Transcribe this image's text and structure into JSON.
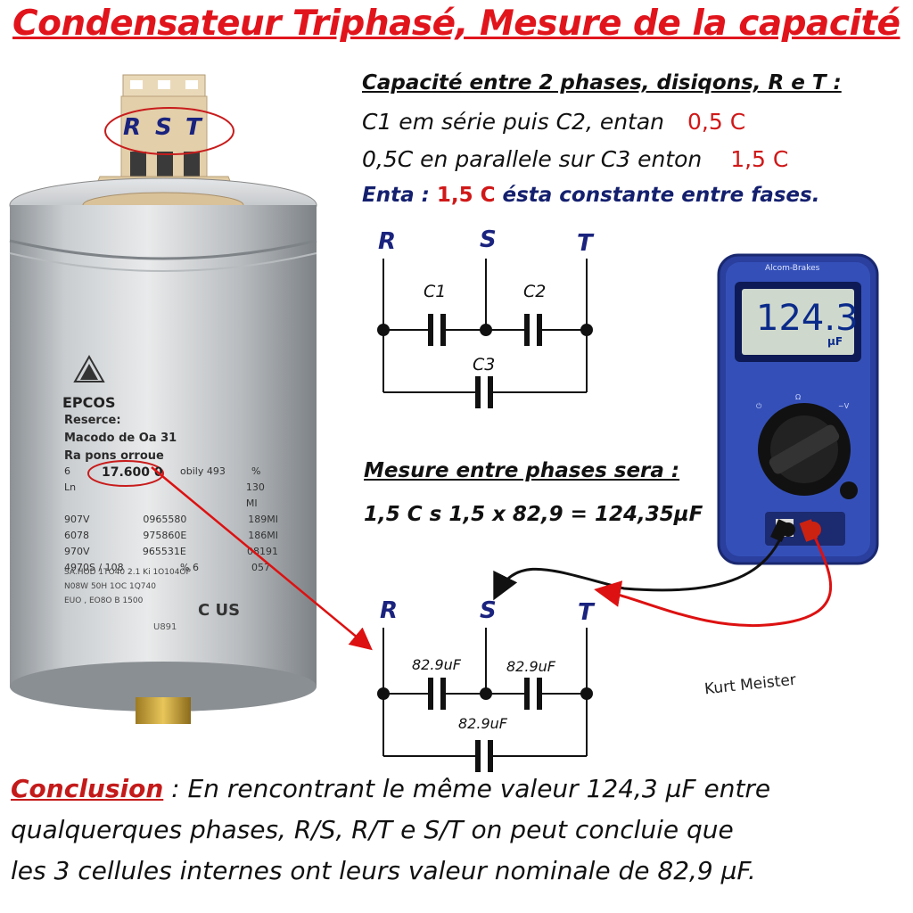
{
  "title": "Condensateur Triphasé, Mesure de la capacité",
  "capacitor": {
    "terminals": [
      "R",
      "S",
      "T"
    ],
    "brand": "EPCOS",
    "label_lines": [
      "Reserce:",
      "Macodo de  Oa 31",
      "Ra pons orroue"
    ],
    "highlight_value": "17.600 0",
    "rows": [
      [
        "6",
        "",
        "obily 493",
        "%"
      ],
      [
        "Ln",
        "",
        "",
        "130 MI"
      ],
      [
        "907V",
        "0965580",
        "",
        "189MI"
      ],
      [
        "6078",
        "975860E",
        "",
        "186MI"
      ],
      [
        "970V",
        "965531E",
        "",
        "08191"
      ],
      [
        "4970S / 108",
        "",
        "% 6",
        "057"
      ]
    ],
    "small_lines": [
      "SA.HOD 1TO40   2.1 Ki 1O104OP",
      "N08W 50H   1OC 1Q740",
      "EUO , EO8O B 1500"
    ],
    "cert": "C  US",
    "foot_code": "U891"
  },
  "explanation": {
    "heading": "Capacité entre 2 phases, disiqons, R e T :",
    "line1_text": "C1 em série puis  C2, entan",
    "line1_value": "0,5 C",
    "line2_text": "0,5C en parallele sur C3 enton",
    "line2_value": "1,5 C",
    "line3_prefix": "Enta : ",
    "line3_value": "1,5 C",
    "line3_suffix": " ésta constante entre fases."
  },
  "circuit_top": {
    "nodes": [
      "R",
      "S",
      "T"
    ],
    "caps": [
      "C1",
      "C2",
      "C3"
    ]
  },
  "measure": {
    "heading": "Mesure entre phases sera :",
    "formula": "1,5 C s 1,5 x 82,9 = 124,35µF"
  },
  "multimeter": {
    "brand": "Alcom-Brakes",
    "reading": "124.3",
    "unit": "µF"
  },
  "circuit_bottom": {
    "nodes": [
      "R",
      "S",
      "T"
    ],
    "caps": [
      "82.9uF",
      "82.9uF",
      "82.9uF"
    ]
  },
  "author": "Kurt Meister",
  "conclusion": {
    "head": "Conclusion",
    "line1": " : En rencontrant  le même valeur   124,3 µF entre",
    "line2": "qualquerques phases,  R/S,  R/T e S/T   on peut concluie que",
    "line3": "les 3 cellules internes ont leurs   valeur nominale  de 82,9 µF."
  },
  "colors": {
    "title": "#e1141c",
    "accent_red": "#d01818",
    "navy": "#14206e",
    "meter_body": "#2a3f9e",
    "lcd": "#cfd8cc"
  }
}
